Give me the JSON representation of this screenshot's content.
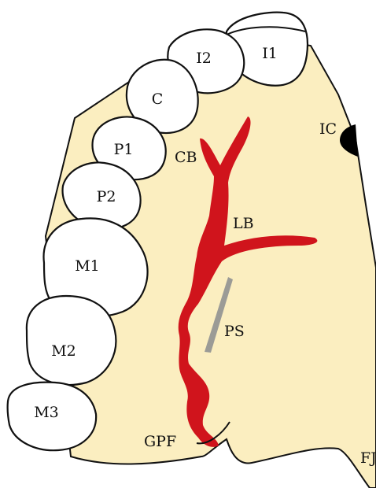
{
  "colors": {
    "palate": "#fbeec0",
    "outline": "#111111",
    "tooth_fill": "#ffffff",
    "artery": "#d0141c",
    "spine": "#9b9b96",
    "canal": "#000000"
  },
  "teeth": {
    "i1": "I1",
    "i2": "I2",
    "c": "C",
    "p1": "P1",
    "p2": "P2",
    "m1": "M1",
    "m2": "M2",
    "m3": "M3"
  },
  "structures": {
    "incisive_canal": "IC",
    "canine_branch": "CB",
    "lateral_branch": "LB",
    "palatine_spine": "PS",
    "greater_palatine_foramen": "GPF",
    "fj": "FJ"
  }
}
